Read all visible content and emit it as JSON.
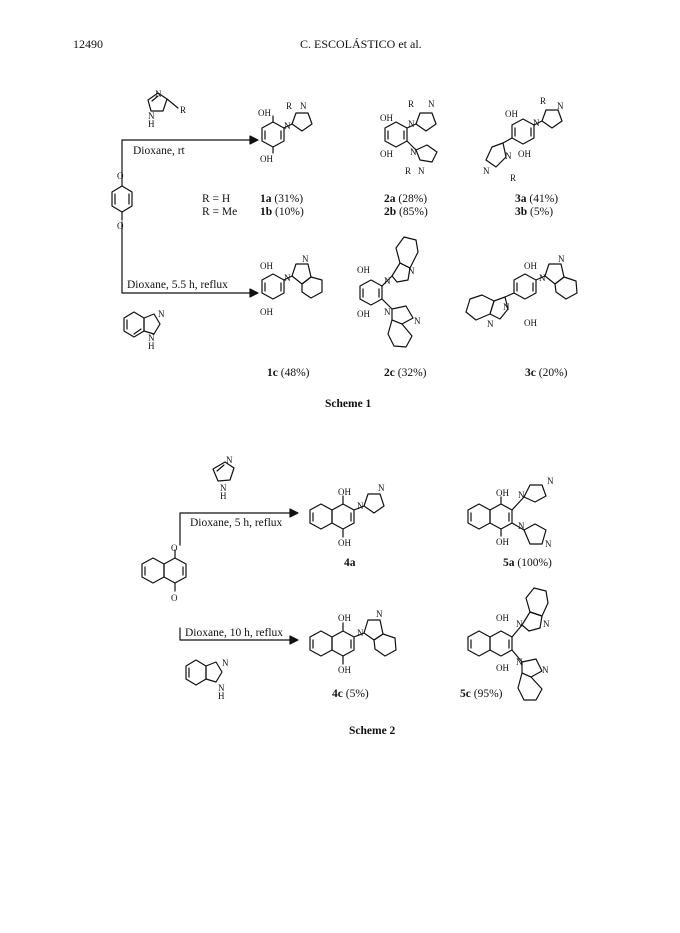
{
  "header": {
    "page_number": "12490",
    "authors": "C. ESCOLÁSTICO et al."
  },
  "scheme1": {
    "caption": "Scheme 1",
    "reagent_top_atoms": {
      "n": "N",
      "nh": "N",
      "h": "H",
      "r": "R"
    },
    "cond_top": "Dioxane, rt",
    "cond_bottom": "Dioxane, 5.5 h, reflux",
    "r_h": "R = H",
    "r_me": "R = Me",
    "products_top": [
      {
        "id_a": "1a",
        "yield_a": "(31%)",
        "id_b": "1b",
        "yield_b": "(10%)"
      },
      {
        "id_a": "2a",
        "yield_a": "(28%)",
        "id_b": "2b",
        "yield_b": "(85%)"
      },
      {
        "id_a": "3a",
        "yield_a": "(41%)",
        "id_b": "3b",
        "yield_b": "(5%)"
      }
    ],
    "products_bottom": [
      {
        "id": "1c",
        "yield": "(48%)"
      },
      {
        "id": "2c",
        "yield": "(32%)"
      },
      {
        "id": "3c",
        "yield": "(20%)"
      }
    ],
    "atoms": {
      "oh": "OH",
      "o": "O",
      "n": "N",
      "r": "R",
      "h": "H"
    }
  },
  "scheme2": {
    "caption": "Scheme 2",
    "cond_top": "Dioxane, 5 h, reflux",
    "cond_bottom": "Dioxane, 10 h, reflux",
    "products_top": [
      {
        "id": "4a",
        "yield": ""
      },
      {
        "id": "5a",
        "yield": "(100%)"
      }
    ],
    "products_bottom": [
      {
        "id": "4c",
        "yield": "(5%)"
      },
      {
        "id": "5c",
        "yield": "(95%)"
      }
    ]
  }
}
